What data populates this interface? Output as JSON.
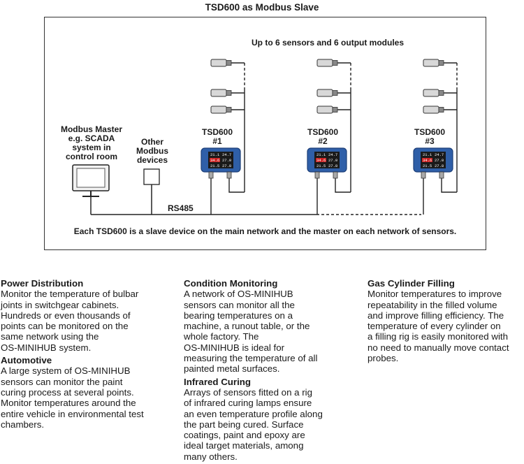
{
  "diagram": {
    "title": "TSD600 as Modbus Slave",
    "sensors_note": "Up to 6 sensors and 6 output modules",
    "master_label": [
      "Modbus Master",
      "e.g. SCADA",
      "system in",
      "control room"
    ],
    "other_label": [
      "Other",
      "Modbus",
      "devices"
    ],
    "bus_label": "RS485",
    "caption": "Each TSD600 is a slave device on the main network and the master on each network of sensors.",
    "units": [
      {
        "name": "TSD600",
        "number": "#1"
      },
      {
        "name": "TSD600",
        "number": "#2"
      },
      {
        "name": "TSD600",
        "number": "#3"
      }
    ],
    "display_values": [
      [
        "21.1",
        "24.7"
      ],
      [
        "34.6",
        "27.0"
      ],
      [
        "21.5",
        "27.8"
      ]
    ],
    "colors": {
      "device_blue": "#2f5fa8",
      "display_red": "#cc2222",
      "line": "#222222"
    }
  },
  "columns": [
    {
      "sections": [
        {
          "heading": "Power Distribution",
          "lines": [
            "Monitor the temperature of bulbar",
            "joints in switchgear cabinets.",
            "Hundreds or even thousands of",
            "points can be monitored on the",
            "same network using the",
            "OS-MINIHUB system."
          ]
        },
        {
          "heading": "Automotive",
          "lines": [
            "A large system of OS-MINIHUB",
            "sensors can monitor the paint",
            "curing process at several points.",
            "Monitor temperatures around the",
            "entire vehicle in environmental test",
            "chambers."
          ]
        }
      ]
    },
    {
      "sections": [
        {
          "heading": "Condition Monitoring",
          "lines": [
            "A network of OS-MINIHUB",
            "sensors can monitor all the",
            "bearing temperatures on a",
            "machine, a runout table, or the",
            "whole factory. The",
            "OS-MINIHUB is ideal for",
            "measuring the temperature of all",
            "painted metal surfaces."
          ]
        },
        {
          "heading": "Infrared Curing",
          "lines": [
            "Arrays of sensors fitted on a rig",
            "of infrared curing lamps ensure",
            "an even temperature profile along",
            "the part being cured. Surface",
            "coatings, paint and epoxy are",
            "ideal target materials, among",
            "many others."
          ]
        }
      ]
    },
    {
      "sections": [
        {
          "heading": "Gas Cylinder Filling",
          "lines": [
            "Monitor temperatures to improve",
            "repeatability in the filled volume",
            "and improve filling efficiency. The",
            "temperature of every cylinder on",
            "a filling rig is easily monitored with",
            "no need to manually move contact",
            "probes."
          ]
        }
      ]
    }
  ]
}
